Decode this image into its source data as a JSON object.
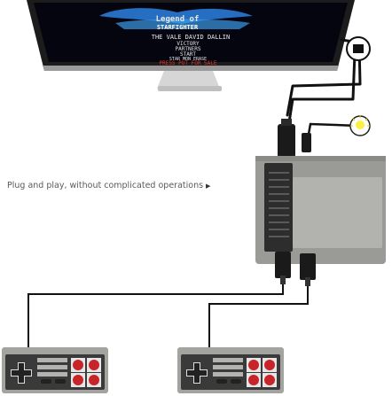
{
  "caption": {
    "text": "Plug and play, without complicated operations",
    "arrow": "▶"
  },
  "screen": {
    "title_line_1": "Legend of",
    "title_line_2": "STARFIGHTER",
    "row_1": "THE VALE   DAVID  DALLIN",
    "row_2": "VICTORY",
    "row_3": "PARTNERS",
    "row_4": "START",
    "row_5": "STAR MON ERASE",
    "row_6": "PRESS PUT FOR SALE"
  },
  "icons": {
    "hdmi_port": "circle-port-icon",
    "power_indicator": "lightbulb-icon"
  },
  "colors": {
    "console_body": "#9a9a96",
    "console_top": "#c7c7c4",
    "screen_bezel": "#2a2a2a",
    "bulb": "#ffee44",
    "button_red": "#c8252a"
  }
}
